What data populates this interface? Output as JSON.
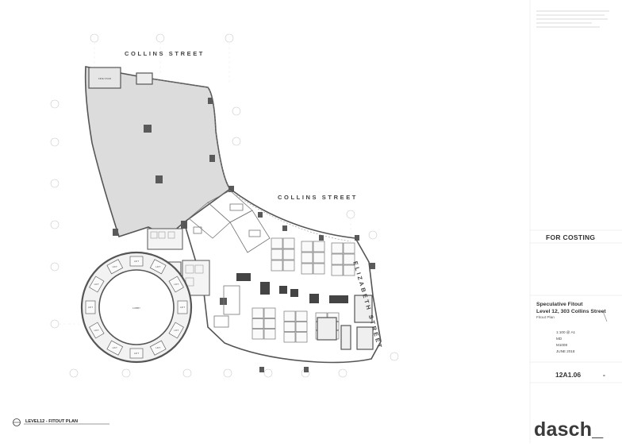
{
  "streets": {
    "top": "COLLINS STREET",
    "middle": "COLLINS STREET",
    "right": "ELIZABETH STREET"
  },
  "title_block": {
    "status": "FOR COSTING",
    "project_line1": "Speculative Fitout",
    "project_line2": "Level 12, 303 Collins Street",
    "drawing_title": "Fitout Plan",
    "scale": "1:100 @ A1",
    "drawn_by": "MD",
    "job_number": "M1008",
    "date": "JUNE 2018",
    "drawing_number": "12A1.06",
    "revision": "-"
  },
  "plan": {
    "title": "LEVEL12 - FITOUT PLAN",
    "lift_label": "LIFT",
    "lobby_label": "LOBBY"
  },
  "logo": "dasch_",
  "colors": {
    "wall": "#555555",
    "column": "#5a5a5a",
    "unleased_fill": "#dcdcdc",
    "line": "#9a9a9a"
  }
}
